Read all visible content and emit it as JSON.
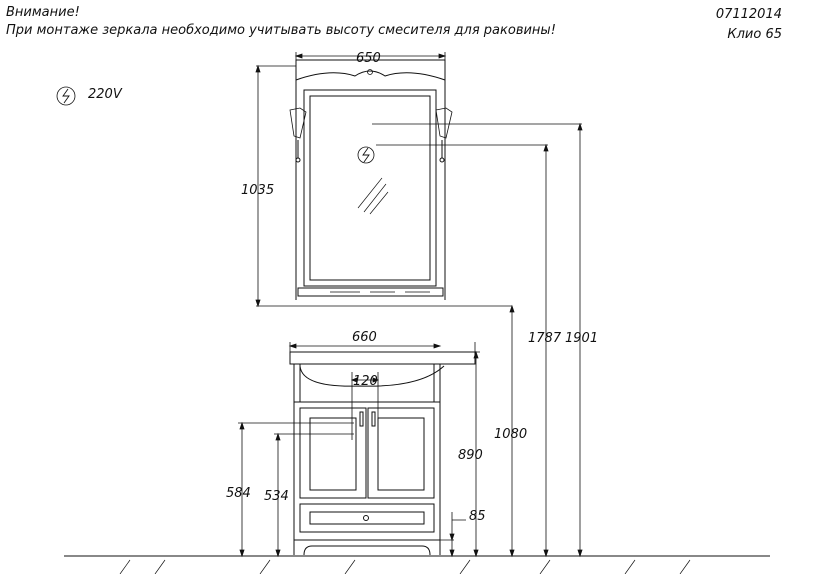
{
  "notes": {
    "warning_title": "Внимание!",
    "warning_text": "При монтаже зеркала необходимо учитывать высоту смесителя для раковины!"
  },
  "product": {
    "code": "07112014",
    "model": "Клио  65"
  },
  "electric": {
    "voltage_label": "220V",
    "icon": "electric-socket-icon"
  },
  "dimensions": {
    "mirror_width": "650",
    "mirror_height": "1035",
    "vanity_width": "660",
    "faucet_spacing": "120",
    "socket_height": "1787",
    "mirror_top_height": "1901",
    "mirror_bottom_height": "1080",
    "vanity_height": "890",
    "drain_height_1": "584",
    "drain_height_2": "534",
    "plinth_height": "85"
  },
  "colors": {
    "line": "#111111",
    "background": "#ffffff"
  }
}
